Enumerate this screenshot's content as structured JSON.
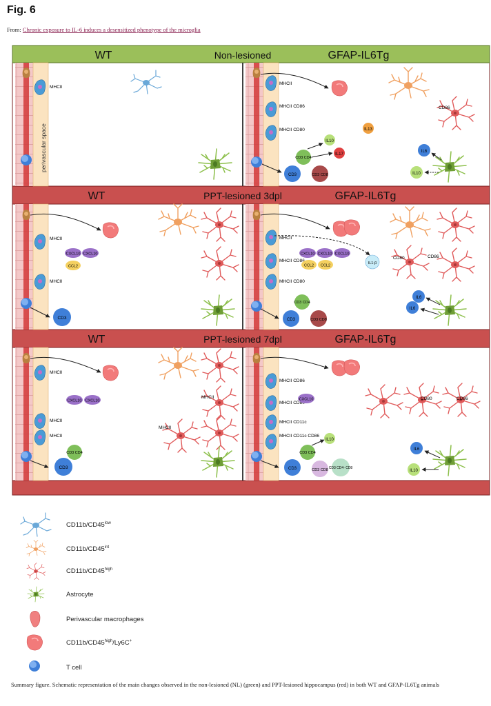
{
  "header": {
    "fig_label": "Fig. 6",
    "from_prefix": "From: ",
    "from_link": "Chronic exposure to IL-6 induces a desensitized phenotype of the microglia"
  },
  "rows": [
    {
      "left_title": "WT",
      "mid_title": "Non-lesioned",
      "right_title": "GFAP-IL6Tg",
      "color": "#8fb24f"
    },
    {
      "left_title": "WT",
      "mid_title": "PPT-lesioned 3dpl",
      "right_title": "GFAP-IL6Tg",
      "color": "#c9504f"
    },
    {
      "left_title": "WT",
      "mid_title": "PPT-lesioned 7dpl",
      "right_title": "GFAP-IL6Tg",
      "color": "#c9504f"
    }
  ],
  "labels": {
    "perivascular": "perivascular space",
    "r1l_mhcii": "MHCII",
    "r1r_mhcii": "MHCII",
    "r1r_mhcii_cd86": "MHCII CD86",
    "r1r_mhcii_cd80": "MHCII CD80",
    "r1r_cd86": "CD86",
    "r1r_cd3": "CD3",
    "r1r_cd3cd4": "CD3 CD4",
    "r1r_cd3cd8": "CD3 CD8",
    "r1r_il10a": "IL10",
    "r1r_il17": "IL17",
    "r1r_il13": "IL13",
    "r1r_il6": "IL6",
    "r1r_il10b": "IL10",
    "r2l_mhcii_a": "MHCII",
    "r2l_mhcii_b": "MHCII",
    "r2l_cxcl10a": "CXCL10",
    "r2l_cxcl10b": "CXCL10",
    "r2l_ccl2": "CCL2",
    "r2l_cd3": "CD3",
    "r2r_mhcii": "MHCII",
    "r2r_mhcii_cd86": "MHCII CD86",
    "r2r_mhcii_cd80": "MHCII CD80",
    "r2r_cxcl10a": "CXCL10",
    "r2r_cxcl10b": "CXCL10",
    "r2r_cxcl10c": "CXCL10",
    "r2r_ccl2a": "CCL2",
    "r2r_ccl2b": "CCL2",
    "r2r_il1b": "IL1-β",
    "r2r_cd80": "CD80",
    "r2r_cd86": "CD86",
    "r2r_il6a": "IL6",
    "r2r_il6b": "IL6",
    "r2r_cd3": "CD3",
    "r2r_cd3cd4": "CD3 CD4",
    "r2r_cd3cd8": "CD3 CD8",
    "r3l_mhcii_a": "MHCII",
    "r3l_mhcii_b": "MHCII",
    "r3l_mhcii_c": "MHCII",
    "r3l_mhcii_d": "MHCII",
    "r3l_mhcii_e": "MHCII",
    "r3l_cxcl10a": "CXCL10",
    "r3l_cxcl10b": "CXCL10",
    "r3l_cd3": "CD3",
    "r3l_cd3cd4": "CD3 CD4",
    "r3r_mhcii_cd86": "MHCII CD86",
    "r3r_mhcii_cd80": "MHCII CD80",
    "r3r_mhcii_cd11c": "MHCII CD11c",
    "r3r_mhcii_cd11c_cd86": "MHCII CD11c CD86",
    "r3r_cxcl10": "CXCL10",
    "r3r_cd80": "CD80",
    "r3r_cd86": "CD86",
    "r3r_il10a": "IL10",
    "r3r_cd3": "CD3",
    "r3r_cd3cd4": "CD3 CD4",
    "r3r_cd3cd8": "CD3 CD8",
    "r3r_cd3cd4cd8": "CD3 CD4- CD8",
    "r3r_il6": "IL6",
    "r3r_il10b": "IL10"
  },
  "legend": [
    {
      "name": "CD11b/CD45",
      "sup": "low",
      "icon": "microglia-low-icon",
      "color": "#6aa8d8"
    },
    {
      "name": "CD11b/CD45",
      "sup": "int",
      "icon": "microglia-int-icon",
      "color": "#f0a060"
    },
    {
      "name": "CD11b/CD45",
      "sup": "high",
      "icon": "microglia-high-icon",
      "color": "#e05a5a"
    },
    {
      "name": "Astrocyte",
      "sup": "",
      "icon": "astrocyte-icon",
      "color": "#8cbf4a"
    },
    {
      "name": "Perivascular macrophages",
      "sup": "",
      "icon": "perivascular-macrophage-icon",
      "color": "#f08080"
    },
    {
      "name": "CD11b/CD45",
      "sup": "high",
      "suffix": "/Ly6C",
      "suffix_sup": "+",
      "icon": "monocyte-icon",
      "color": "#f27a7a"
    },
    {
      "name": "T cell",
      "sup": "",
      "icon": "t-cell-icon",
      "color": "#3f7fd8"
    }
  ],
  "caption": "Summary figure. Schematic representation of the main changes observed in the non-lesioned (NL) (green) and PPT-lesioned hippocampus (red) in both WT and GFAP-IL6Tg animals"
}
